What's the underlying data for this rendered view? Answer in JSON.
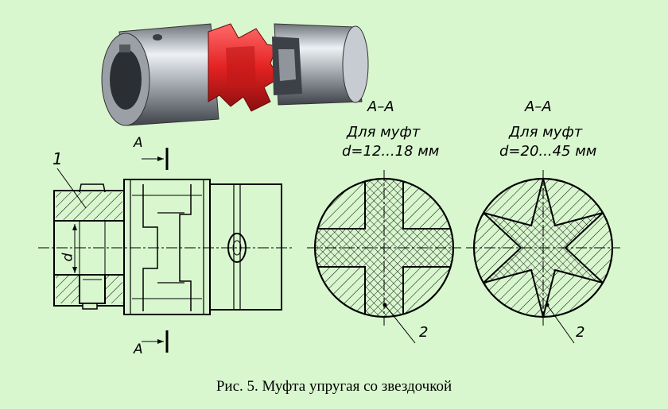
{
  "colors": {
    "background": "#d9f7cf",
    "steel": "#b9bfc6",
    "elastomer": "#e32222",
    "ink": "#000000"
  },
  "side_view": {
    "part_label": "1",
    "section_mark_top": "A",
    "section_mark_bottom": "A",
    "bore_label": "d"
  },
  "section_small": {
    "title": "А–А",
    "line1": "Для муфт",
    "line2": "d=12...18 мм",
    "part_label": "2"
  },
  "section_large": {
    "title": "А–А",
    "line1": "Для муфт",
    "line2": "d=20...45 мм",
    "part_label": "2"
  },
  "caption": "Рис. 5.  Муфта упругая со звездочкой"
}
